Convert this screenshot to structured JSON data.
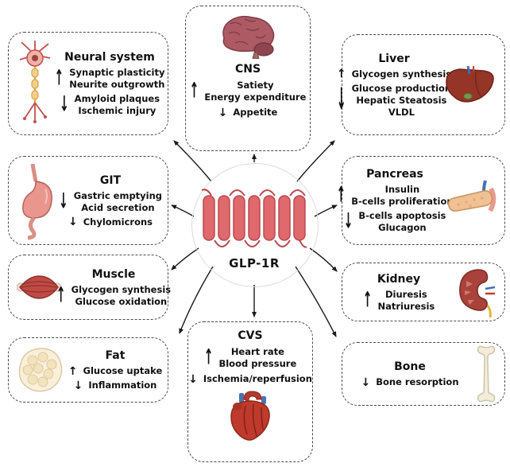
{
  "glyphs": {
    "up": "↑",
    "down": "↓"
  },
  "center": {
    "label": "GLP-1R"
  },
  "colors": {
    "receptor_fill": "#e0696d",
    "receptor_outline": "#b84b50",
    "arrow": "#1a1a1a"
  },
  "icons": {
    "neural": "neuron-icon",
    "cns": "brain-icon",
    "liver": "liver-icon",
    "git": "stomach-icon",
    "pancreas": "pancreas-icon",
    "muscle": "muscle-icon",
    "kidney": "kidney-icon",
    "fat": "adipose-tissue-icon",
    "cvs": "heart-icon",
    "bone": "bone-icon"
  },
  "panels": {
    "neural": {
      "title": "Neural system",
      "up": [
        "Synaptic plasticity",
        "Neurite outgrowth"
      ],
      "down": [
        "Amyloid plaques",
        "Ischemic injury"
      ]
    },
    "cns": {
      "title": "CNS",
      "up": [
        "Satiety",
        "Energy expenditure"
      ],
      "down": [
        "Appetite"
      ]
    },
    "liver": {
      "title": "Liver",
      "up": [
        "Glycogen synthesis"
      ],
      "down": [
        "Glucose production",
        "Hepatic Steatosis",
        "VLDL"
      ]
    },
    "git": {
      "title": "GIT",
      "down_a": [
        "Gastric emptying",
        "Acid secretion"
      ],
      "down_b": [
        "Chylomicrons"
      ]
    },
    "pancreas": {
      "title": "Pancreas",
      "up": [
        "Insulin",
        "B-cells proliferation"
      ],
      "down": [
        "B-cells apoptosis",
        "Glucagon"
      ]
    },
    "muscle": {
      "title": "Muscle",
      "up": [
        "Glycogen synthesis",
        "Glucose oxidation"
      ]
    },
    "kidney": {
      "title": "Kidney",
      "up": [
        "Diuresis",
        "Natriuresis"
      ]
    },
    "fat": {
      "title": "Fat",
      "up": [
        "Glucose uptake"
      ],
      "down": [
        "Inflammation"
      ]
    },
    "cvs": {
      "title": "CVS",
      "up": [
        "Heart rate",
        "Blood pressure"
      ],
      "down": [
        "Ischemia/reperfusion"
      ]
    },
    "bone": {
      "title": "Bone",
      "down": [
        "Bone resorption"
      ]
    }
  }
}
